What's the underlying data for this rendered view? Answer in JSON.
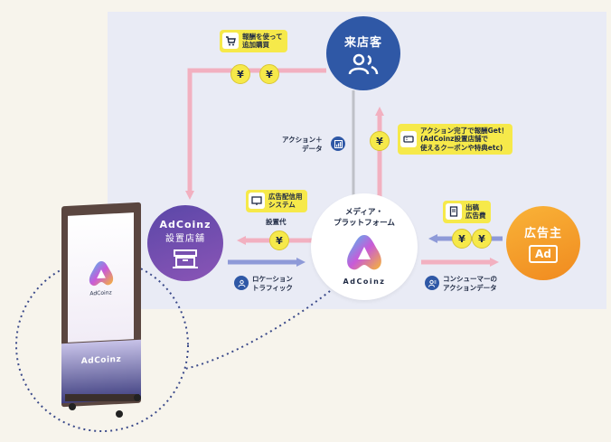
{
  "nodes": {
    "customer": {
      "title": "来店客",
      "icon": "people-icon",
      "color": "#2f58a6"
    },
    "store": {
      "title": "AdCoinz",
      "subtitle": "設置店舗",
      "icon": "storefront-icon",
      "color": "#6b4db0"
    },
    "platform": {
      "title": "メディア・\nプラットフォーム",
      "brand": "AdCoinz",
      "icon": "adcoinz-logo-icon"
    },
    "advertiser": {
      "title": "広告主",
      "badge": "Ad",
      "color": "#f5a12b"
    }
  },
  "tags": {
    "purchase": "報酬を使って\n追加購買",
    "action_complete": "アクション完了で報酬Get！\n(AdCoinz設置店舗で\n使えるクーポンや特典etc)",
    "ad_system": "広告配信用\nシステム",
    "ad_fee": "出稿\n広告費"
  },
  "labels": {
    "action_data": "アクション＋\nデータ",
    "install_fee": "設置代",
    "location_traffic": "ロケーション\nトラフィック",
    "consumer_data": "コンシューマーの\nアクションデータ"
  },
  "coin_symbol": "¥",
  "kiosk": {
    "brand": "AdCoinz"
  },
  "colors": {
    "pink": "#f2b0c0",
    "blue": "#8e9ad8",
    "gray": "#bfc1c8",
    "yellow": "#f6e94a"
  }
}
